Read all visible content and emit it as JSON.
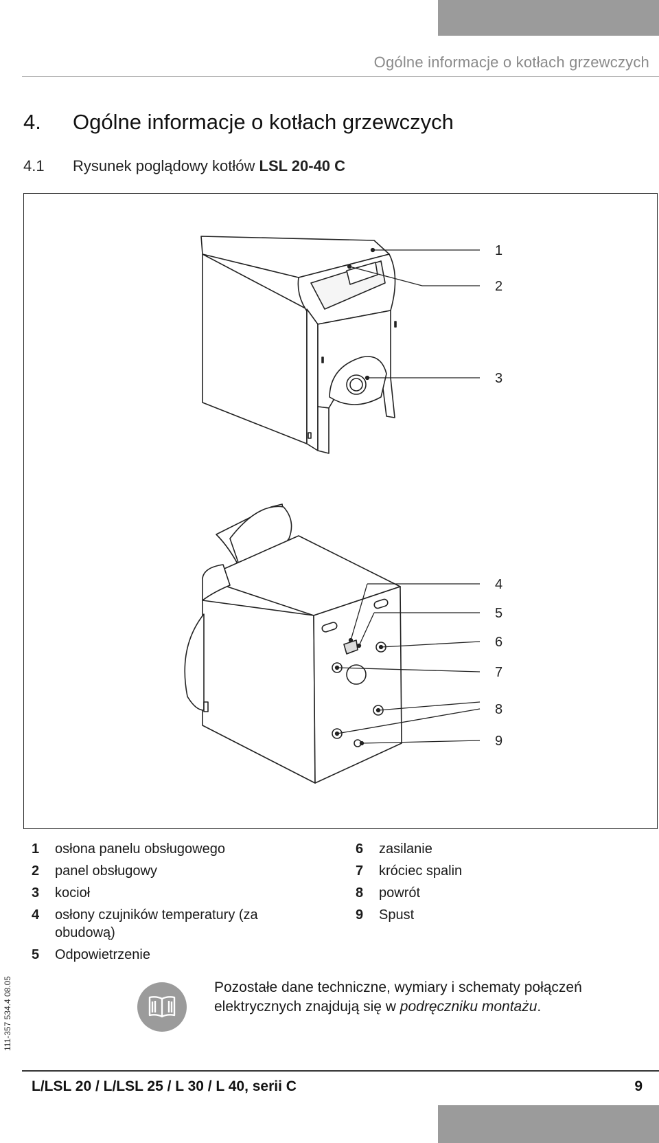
{
  "running_header": "Ogólne informacje o kotłach grzewczych",
  "section": {
    "number": "4.",
    "title": "Ogólne informacje o kotłach grzewczych"
  },
  "subsection": {
    "number": "4.1",
    "title": "Rysunek poglądowy kotłów",
    "model": "LSL 20-40 C"
  },
  "callouts": [
    "1",
    "2",
    "3",
    "4",
    "5",
    "6",
    "7",
    "8",
    "9"
  ],
  "legend_left": [
    {
      "num": "1",
      "text": "osłona panelu obsługowego"
    },
    {
      "num": "2",
      "text": "panel obsługowy"
    },
    {
      "num": "3",
      "text": "kocioł"
    },
    {
      "num": "4",
      "text": "osłony czujników  temperatury (za obudową)"
    },
    {
      "num": "5",
      "text": "Odpowietrzenie"
    }
  ],
  "legend_right": [
    {
      "num": "6",
      "text": "zasilanie"
    },
    {
      "num": "7",
      "text": "króciec spalin"
    },
    {
      "num": "8",
      "text": "powrót"
    },
    {
      "num": "9",
      "text": "Spust"
    }
  ],
  "side_code": "111-357 534.4 08.05",
  "note": {
    "icon": "book-icon",
    "text_1": "Pozostałe dane techniczne, wymiary i schematy połączeń elektrycznych znajdują się w ",
    "text_italic": "podręczniku montażu",
    "text_2": "."
  },
  "footer": {
    "title": "L/LSL 20 / L/LSL 25 / L 30 / L 40, serii C",
    "page_number": "9"
  },
  "colors": {
    "gray_bar": "#9b9b9b",
    "text": "#1a1a1a"
  }
}
